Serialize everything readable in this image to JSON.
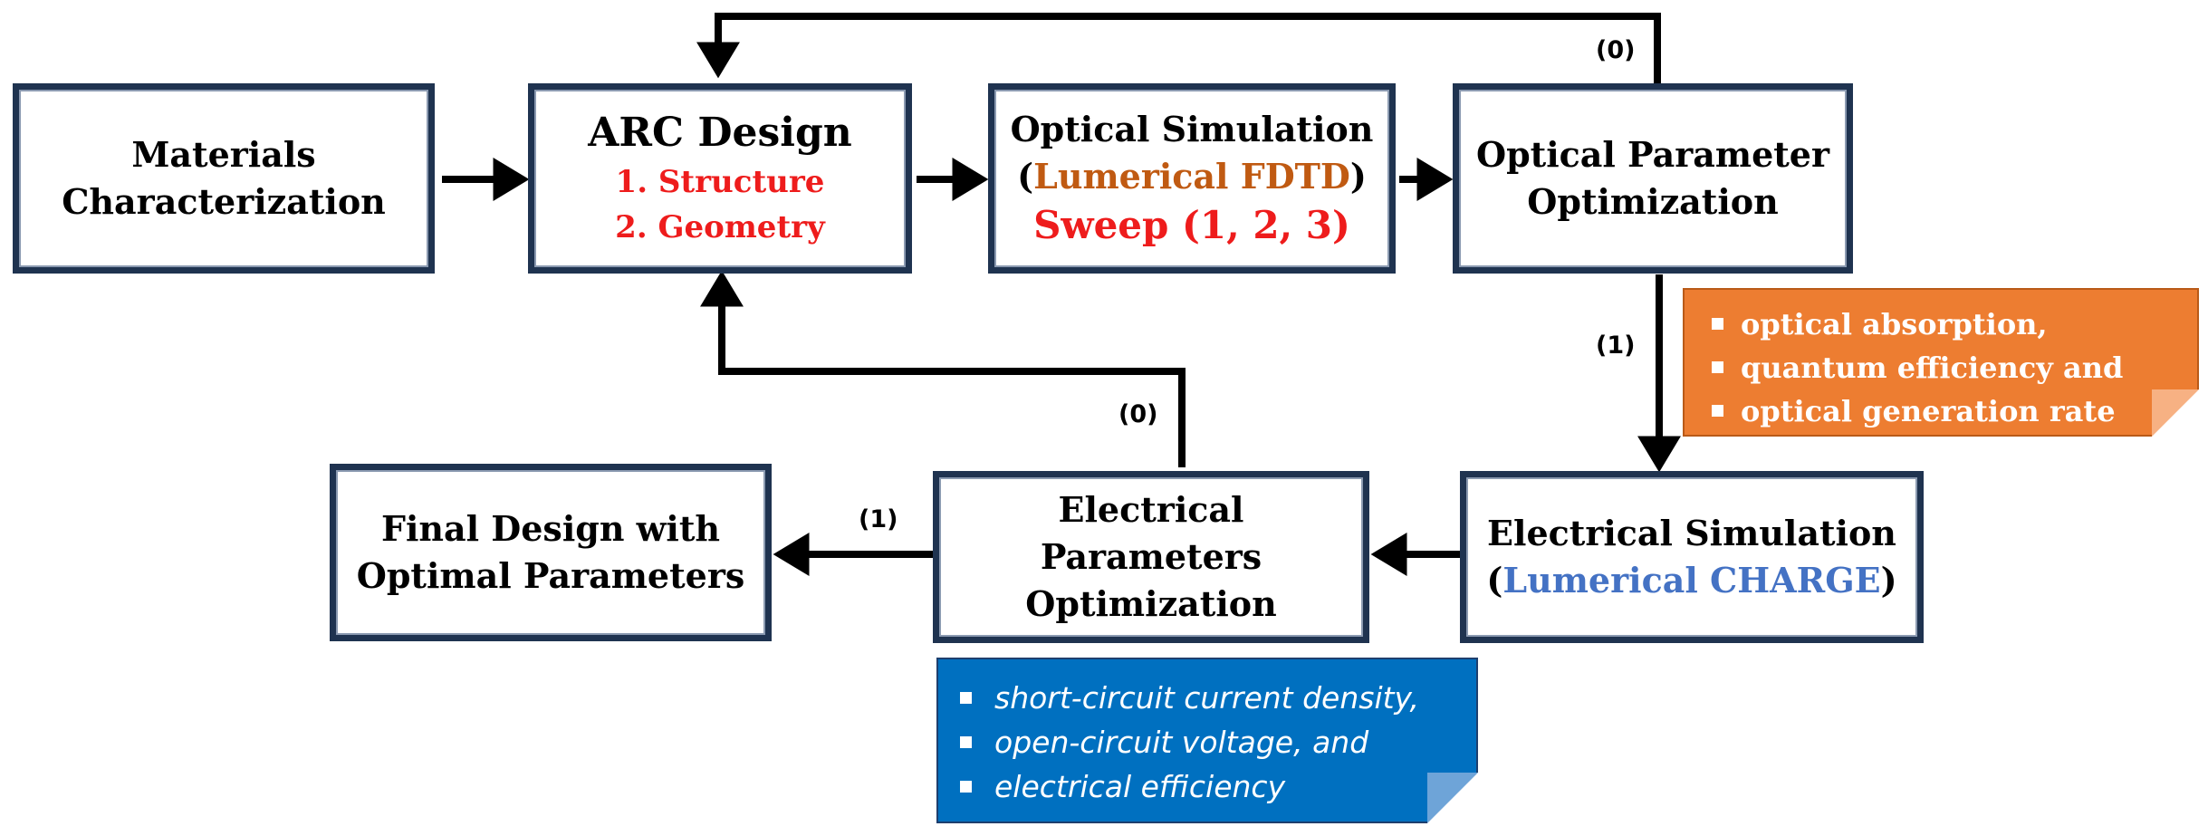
{
  "boxes": {
    "materials": [
      "Materials",
      "Characterization"
    ],
    "arc": {
      "title": "ARC Design",
      "items": [
        "1.  Structure",
        "2.  Geometry"
      ]
    },
    "optical_sim": {
      "title": "Optical Simulation",
      "open": "(",
      "tool": "Lumerical FDTD",
      "close": ")",
      "sweep": "Sweep (1, 2, 3)"
    },
    "optical_param": [
      "Optical Parameter",
      "Optimization"
    ],
    "electrical_sim": {
      "title": "Electrical Simulation",
      "open": "(",
      "tool": "Lumerical CHARGE",
      "close": ")"
    },
    "electrical_param": [
      "Electrical",
      "Parameters",
      "Optimization"
    ],
    "final": [
      "Final Design with",
      "Optimal Parameters"
    ]
  },
  "labels": {
    "top_loop": "(0)",
    "down_to_electrical": "(1)",
    "back_to_arc": "(0)",
    "to_final": "(1)"
  },
  "notes": {
    "optical": [
      "optical absorption,",
      "quantum efficiency and",
      "optical generation rate"
    ],
    "electrical": [
      "short-circuit current density,",
      "open-circuit voltage, and",
      "electrical efficiency"
    ]
  },
  "colors": {
    "box_border": "#1f3350",
    "red_text": "#ee1c1c",
    "fdtd_text": "#c05a12",
    "charge_text": "#4472c4",
    "orange_note": "#ed7d31",
    "blue_note": "#0070c0"
  }
}
